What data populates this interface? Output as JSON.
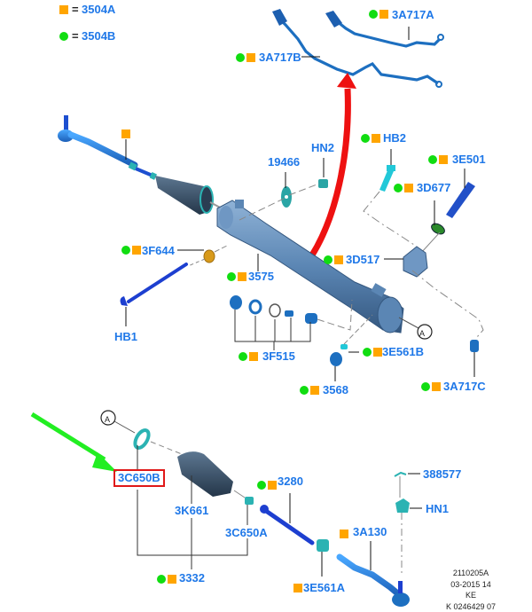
{
  "legend": [
    {
      "marker": "orange-square",
      "equals": "=",
      "code": "3504A"
    },
    {
      "marker": "green-circle",
      "equals": "=",
      "code": "3504B"
    }
  ],
  "colors": {
    "label_text": "#1f78e8",
    "orange_marker": "#ffa500",
    "green_marker": "#11dd11",
    "highlight_box": "#e01818",
    "red_arrow": "#ee1111",
    "green_arrow": "#22ee22",
    "rack_body": "#5b86b4",
    "blue_parts": "#1d4fd0",
    "teal_parts": "#2bb3b3"
  },
  "parts": {
    "3A717A": {
      "code": "3A717A",
      "markers": [
        "green",
        "orange"
      ]
    },
    "3A717B": {
      "code": "3A717B",
      "markers": [
        "green",
        "orange"
      ]
    },
    "tie_rod_end_top": {
      "code": "",
      "markers": [
        "orange"
      ]
    },
    "19466": {
      "code": "19466",
      "markers": []
    },
    "HN2": {
      "code": "HN2",
      "markers": []
    },
    "HB2": {
      "code": "HB2",
      "markers": [
        "green",
        "orange"
      ]
    },
    "3E501": {
      "code": "3E501",
      "markers": [
        "green",
        "orange"
      ]
    },
    "3D677": {
      "code": "3D677",
      "markers": [
        "green",
        "orange"
      ]
    },
    "3F644": {
      "code": "3F644",
      "markers": [
        "green",
        "orange"
      ]
    },
    "3575": {
      "code": "3575",
      "markers": [
        "green",
        "orange"
      ]
    },
    "3D517": {
      "code": "3D517",
      "markers": [
        "green",
        "orange"
      ]
    },
    "HB1": {
      "code": "HB1",
      "markers": []
    },
    "3F515": {
      "code": "3F515",
      "markers": [
        "green",
        "orange"
      ]
    },
    "3E561B": {
      "code": "3E561B",
      "markers": [
        "green",
        "orange"
      ]
    },
    "3568": {
      "code": "3568",
      "markers": [
        "green",
        "orange"
      ]
    },
    "3A717C": {
      "code": "3A717C",
      "markers": [
        "green",
        "orange"
      ]
    },
    "3C650B": {
      "code": "3C650B",
      "markers": [],
      "highlighted": true
    },
    "3K661": {
      "code": "3K661",
      "markers": []
    },
    "3280": {
      "code": "3280",
      "markers": [
        "green",
        "orange"
      ]
    },
    "3C650A": {
      "code": "3C650A",
      "markers": []
    },
    "388577": {
      "code": "388577",
      "markers": []
    },
    "HN1": {
      "code": "HN1",
      "markers": []
    },
    "3A130": {
      "code": "3A130",
      "markers": [
        "orange"
      ]
    },
    "3332": {
      "code": "3332",
      "markers": [
        "green",
        "orange"
      ]
    },
    "3E561A": {
      "code": "3E561A",
      "markers": [
        "orange"
      ]
    }
  },
  "callouts": {
    "A_top": "A",
    "A_bottom": "A"
  },
  "footer": {
    "line1": "2110205A",
    "line2": "03-2015 14",
    "line3": "KE",
    "line4": "K 0246429 07"
  }
}
